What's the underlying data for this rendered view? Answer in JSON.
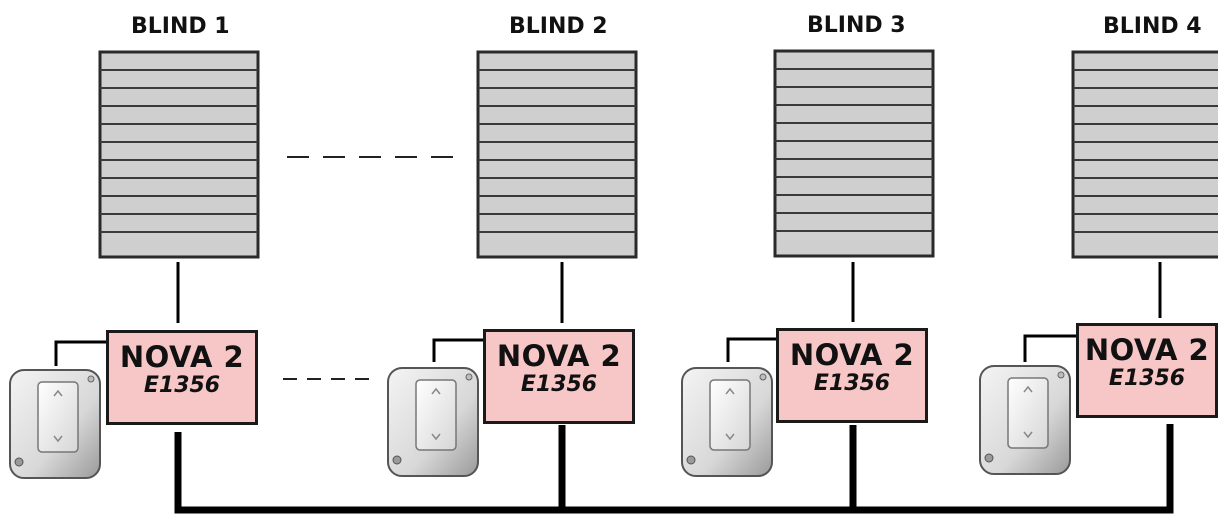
{
  "blinds": [
    {
      "title": "BLIND 1",
      "module_name": "NOVA 2",
      "module_model": "E1356"
    },
    {
      "title": "BLIND 2",
      "module_name": "NOVA 2",
      "module_model": "E1356"
    },
    {
      "title": "BLIND 3",
      "module_name": "NOVA 2",
      "module_model": "E1356"
    },
    {
      "title": "BLIND 4",
      "module_name": "NOVA 2",
      "module_model": "E1356"
    }
  ],
  "colors": {
    "module_fill": "#f7c7c7",
    "blind_fill": "#cfcfcf",
    "wire": "#000000"
  },
  "icons": {
    "blind": "roller-shutter-icon",
    "switch": "wall-switch-icon"
  }
}
